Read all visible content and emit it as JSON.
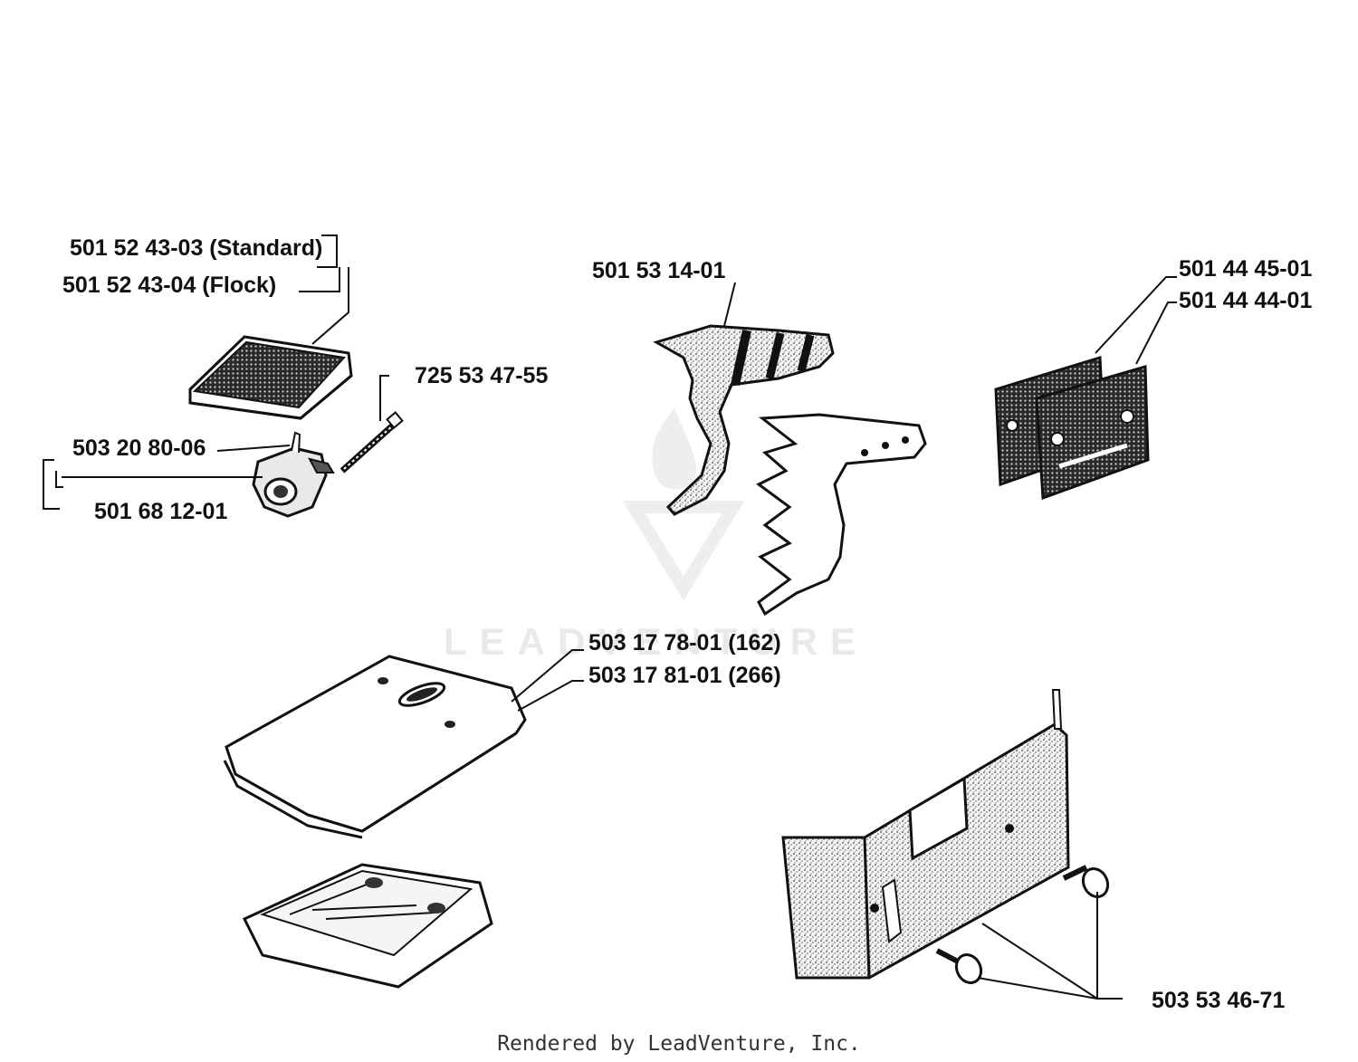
{
  "labels": {
    "p1": "501 52 43-03 (Standard)",
    "p2": "501 52 43-04 (Flock)",
    "p3": "725 53 47-55",
    "p4": "503 20 80-06",
    "p5": "501 68 12-01",
    "p6": "501 53 14-01",
    "p7": "501 44 45-01",
    "p8": "501 44 44-01",
    "p9": "503 17 78-01 (162)",
    "p10": "503 17 81-01 (266)",
    "p11": "503 53 46-71"
  },
  "watermark": "LEADVENTURE",
  "footer": "Rendered by LeadVenture, Inc."
}
